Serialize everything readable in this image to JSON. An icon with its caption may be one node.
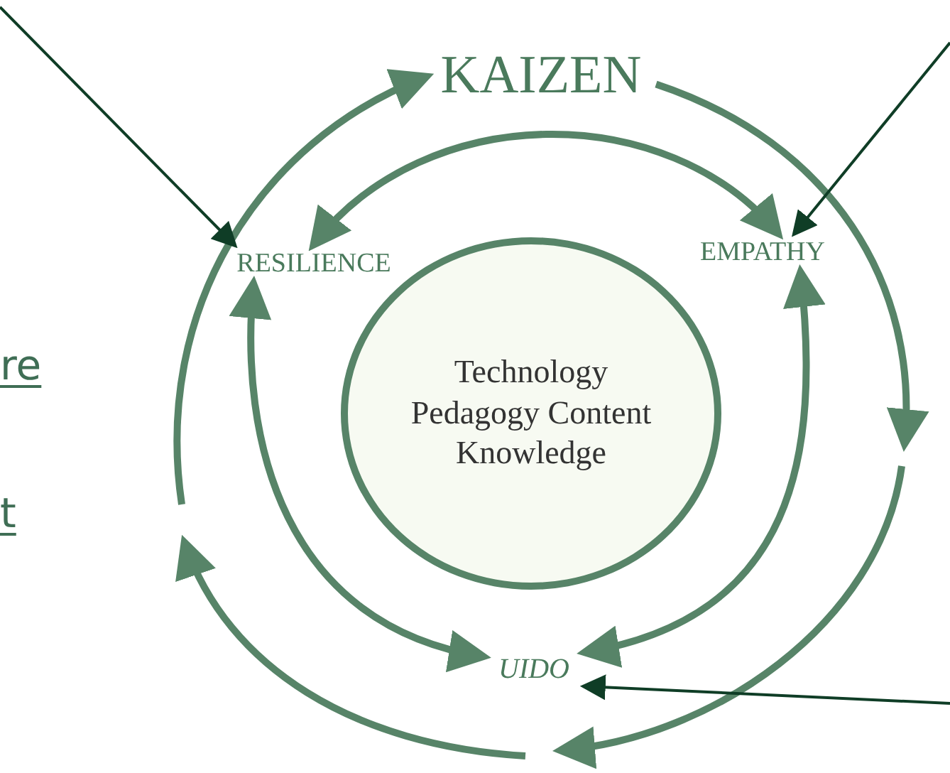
{
  "diagram": {
    "nodes": [
      {
        "text": [
          "KAIZEN"
        ]
      },
      {
        "text": [
          "RESILIENCE"
        ]
      },
      {
        "text": [
          "EMPATHY"
        ]
      },
      {
        "text": [
          "Technology Pedagogy Content Knowledge"
        ]
      },
      {
        "text": [
          "UIDO"
        ]
      }
    ],
    "edges": [
      {
        "from": null,
        "to": 0,
        "arrow": "to"
      },
      {
        "from": 0,
        "to": null,
        "arrow": "to"
      },
      {
        "from": 1,
        "to": 2,
        "arrow": "both"
      },
      {
        "from": 1,
        "to": 4,
        "arrow": "both"
      },
      {
        "from": 2,
        "to": 4,
        "arrow": "both"
      },
      {
        "from": null,
        "to": 1,
        "arrow": "to",
        "color": "#0f3d26"
      },
      {
        "from": null,
        "to": 2,
        "arrow": "to",
        "color": "#0f3d26"
      },
      {
        "from": null,
        "to": 4,
        "arrow": "to",
        "color": "#0f3d26"
      }
    ],
    "labels": [
      "re",
      "t"
    ]
  }
}
